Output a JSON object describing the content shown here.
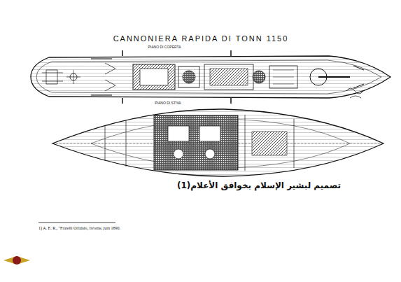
{
  "diagram": {
    "title": "CANNONIERA RAPIDA DI TONN 1150",
    "caption": "تصميم لبشير الإسلام بخوافق الأعلام(1)",
    "labels": [
      "PIANO DI COPERTA",
      "PIANO DI STIVA",
      "1) A. E. R., \"Fratelli Orlando, livorne, juin 1890."
    ]
  }
}
